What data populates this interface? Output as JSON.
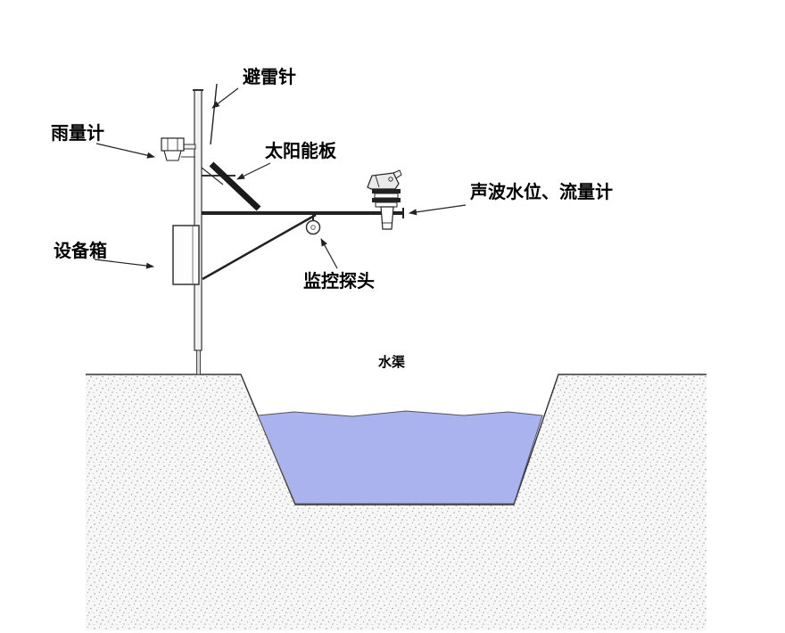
{
  "diagram": {
    "type": "schematic",
    "subject": "channel-hydrology-monitoring-station",
    "labels": {
      "lightning_rod": "避雷针",
      "rain_gauge": "雨量计",
      "solar_panel": "太阳能板",
      "sonic_meter": "声波水位、流量计",
      "equipment_box": "设备箱",
      "camera": "监控探头",
      "channel": "水渠"
    },
    "colors": {
      "water": "#aab3ee",
      "water_outline": "#555555",
      "line": "#222222",
      "ground_dots": "#a0a0a0",
      "ground_base": "#f7f7f7"
    }
  }
}
